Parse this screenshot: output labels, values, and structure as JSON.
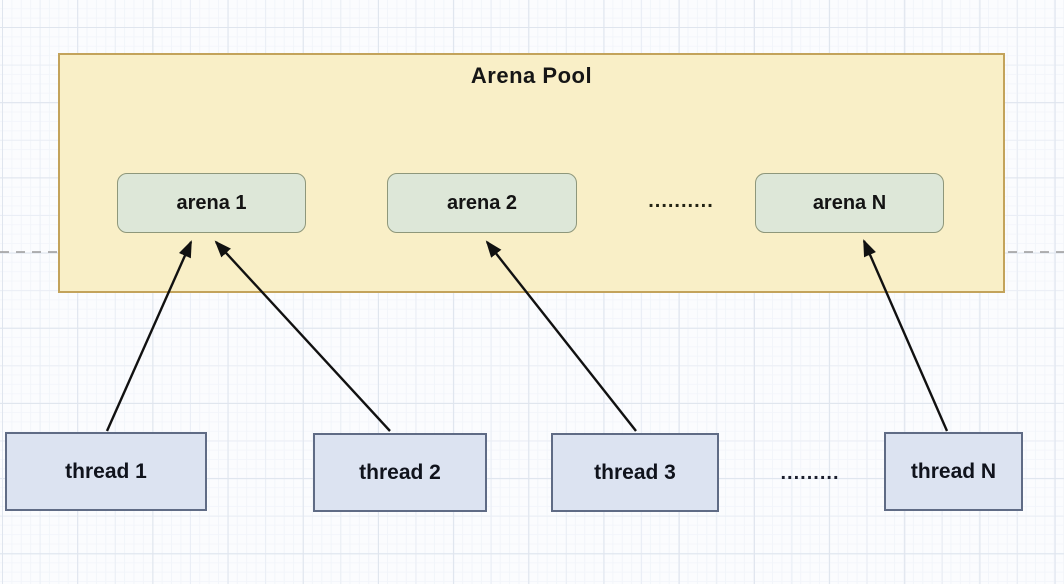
{
  "diagram": {
    "type": "block-diagram",
    "subject": "memory allocator arena pool with threads mapped to arenas",
    "pool": {
      "title": "Arena Pool",
      "fill_color": "#f9efc7",
      "border_color": "#c3a35b",
      "arenas": [
        {
          "id": "arena-1",
          "label": "arena 1"
        },
        {
          "id": "arena-2",
          "label": "arena 2"
        },
        {
          "id": "arena-N",
          "label": "arena N"
        }
      ],
      "ellipsis": "..........",
      "arena_fill_color": "#dde7d8",
      "arena_border_color": "#8e977b"
    },
    "threads": {
      "items": [
        {
          "id": "thread-1",
          "label": "thread 1"
        },
        {
          "id": "thread-2",
          "label": "thread 2"
        },
        {
          "id": "thread-3",
          "label": "thread 3"
        },
        {
          "id": "thread-N",
          "label": "thread N"
        }
      ],
      "ellipsis": ".........",
      "fill_color": "#dce3f1",
      "border_color": "#5f6b85"
    },
    "edges": [
      {
        "from": "thread-1",
        "to": "arena-1"
      },
      {
        "from": "thread-2",
        "to": "arena-1"
      },
      {
        "from": "thread-3",
        "to": "arena-2"
      },
      {
        "from": "thread-N",
        "to": "arena-N"
      }
    ],
    "arrow_color": "#111111",
    "guide_line_color": "#9a9a9a",
    "grid_major_color": "#dfe5ee",
    "grid_minor_color": "#f2f5fa"
  }
}
